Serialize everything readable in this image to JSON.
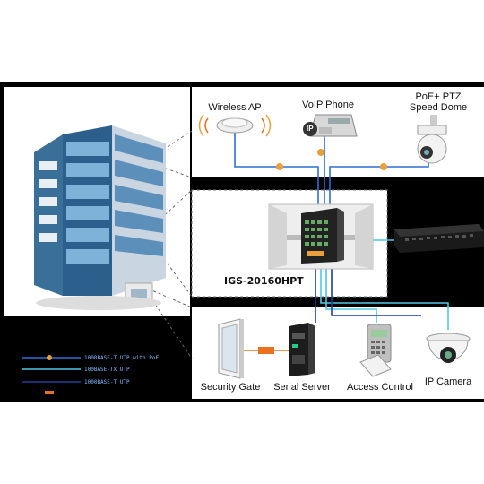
{
  "diagram": {
    "model_label": "IGS-20160HPT",
    "devices_top": {
      "wireless_ap": "Wireless AP",
      "voip_phone_line1": "VoIP Phone",
      "ptz_line1": "PoE+ PTZ",
      "ptz_line2": "Speed Dome"
    },
    "devices_bottom": {
      "security_gate": "Security Gate",
      "serial_server": "Serial Server",
      "access_control": "Access Control",
      "ip_camera": "IP Camera"
    },
    "phone_badge": "IP",
    "legend": [
      {
        "text": "1000BASE-T UTP with PoE",
        "color": "#2b6fd6",
        "marker_color": "#e8a13a"
      },
      {
        "text": "100BASE-TX UTP",
        "color": "#4fc7e8"
      },
      {
        "text": "1000BASE-T UTP",
        "color": "#1f3d9c"
      },
      {
        "text": "",
        "color": "#e8701e"
      }
    ],
    "colors": {
      "poe_line": "#2b6fd6",
      "fe_line": "#4fc7e8",
      "ge_line": "#1f3d9c",
      "poe_marker": "#e8a13a",
      "rs232": "#e8701e",
      "background_dark": "#000000"
    }
  }
}
